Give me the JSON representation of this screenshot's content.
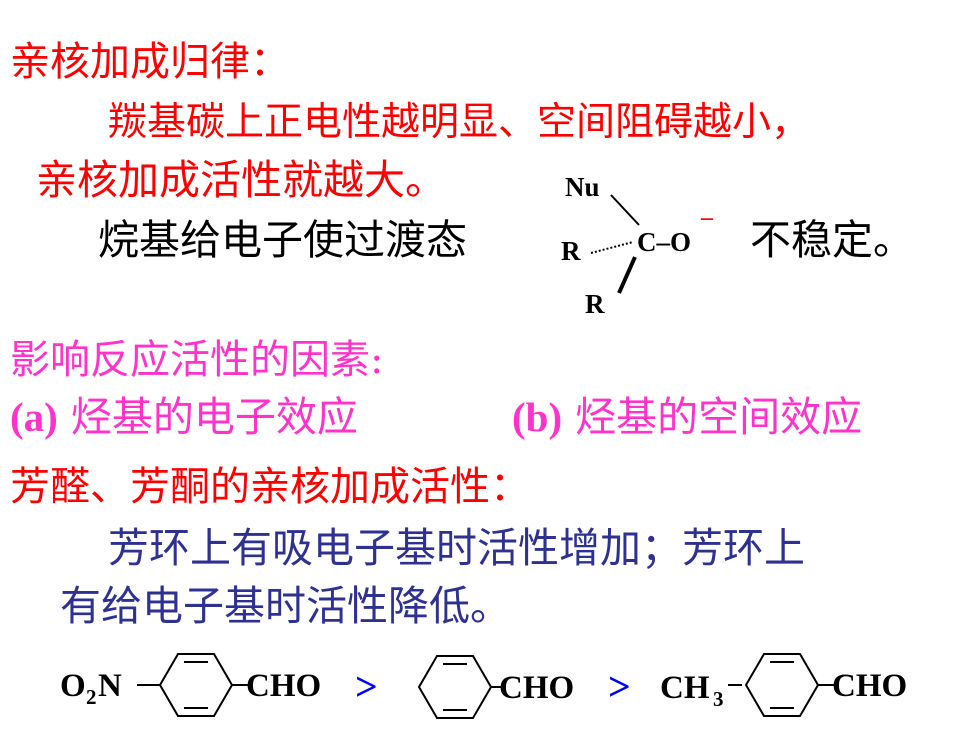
{
  "section1": {
    "heading": "亲核加成归律：",
    "line1": "羰基碳上正电性越明显、空间阻碍越小，",
    "line2": "亲核加成活性就越大。",
    "line3_before": "烷基给电子使过渡态",
    "line3_after": "不稳定。",
    "structure": {
      "nu": "Nu",
      "r1": "R",
      "r2": "R",
      "core": "C–O",
      "charge": "–"
    }
  },
  "section2": {
    "heading": "影响反应活性的因素:",
    "factor_a_mark": "(a)",
    "factor_a": "烃基的电子效应",
    "factor_b_mark": "(b)",
    "factor_b": "烃基的空间效应"
  },
  "section3": {
    "heading": "芳醛、芳酮的亲核加成活性：",
    "line1": "芳环上有吸电子基时活性增加；芳环上",
    "line2": "有给电子基时活性降低。"
  },
  "order": {
    "c1_sub": "O",
    "c1_sub_index": "2",
    "c1_sub_tail": "N",
    "c1_group": "CHO",
    "gt1": ">",
    "c2_group": "CHO",
    "gt2": ">",
    "c3_sub": "CH",
    "c3_sub_index": "3",
    "c3_group": "CHO"
  },
  "colors": {
    "heading_red": "#ff0000",
    "heading_pink": "#ff33cc",
    "body_navy": "#2e3192",
    "body_black": "#000000",
    "gt_blue": "#0000ff"
  }
}
